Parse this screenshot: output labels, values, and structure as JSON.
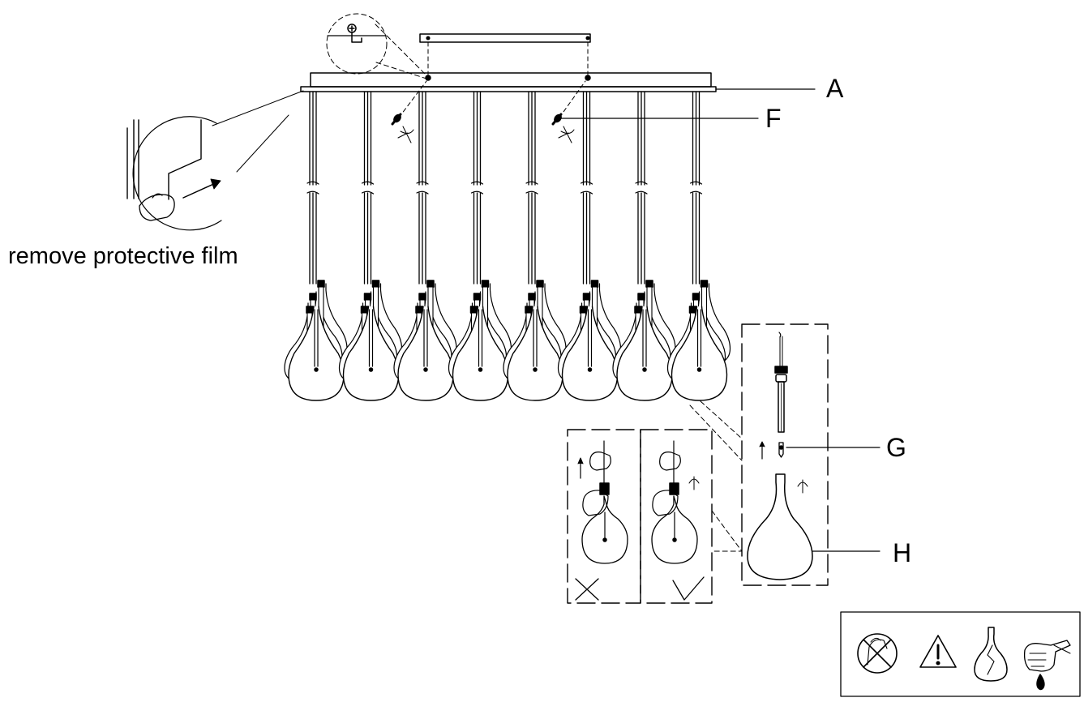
{
  "labels": {
    "remove_film": "remove protective film",
    "part_a": "A",
    "part_f": "F",
    "part_g": "G",
    "part_h": "H"
  },
  "pendant_count": 8,
  "warning_icons": [
    "no-wet-cleaning-icon",
    "warning-triangle-icon",
    "broken-glass-icon",
    "hand-hazard-icon"
  ],
  "colors": {
    "line": "#000000",
    "background": "#ffffff"
  }
}
